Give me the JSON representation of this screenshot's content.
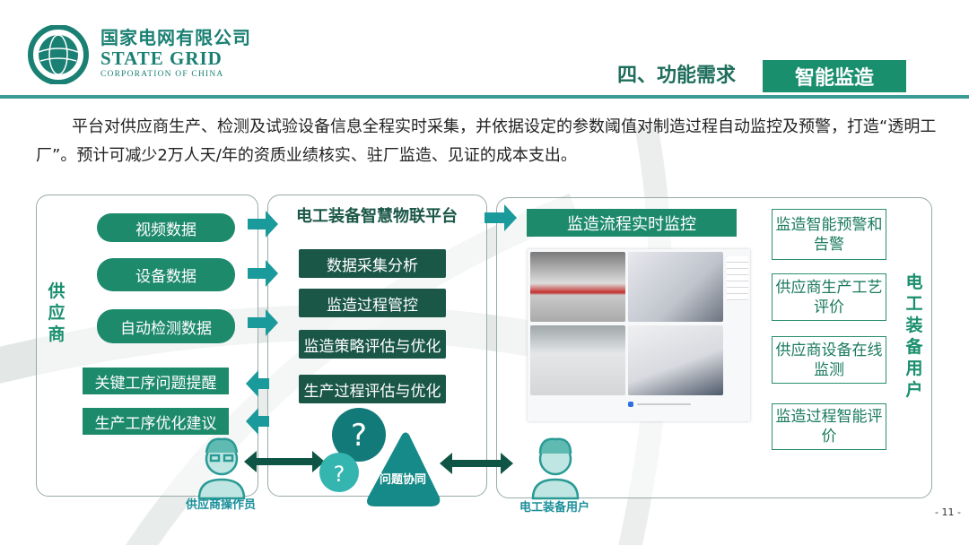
{
  "header": {
    "logo_cn": "国家电网有限公司",
    "logo_en": "STATE GRID",
    "logo_sub": "CORPORATION OF CHINA",
    "section": "四、功能需求",
    "tag": "智能监造"
  },
  "paragraph": "平台对供应商生产、检测及试验设备信息全程实时采集，并依据设定的参数阈值对制造过程自动监控及预警，打造“透明工厂”。预计可减少2万人天/年的资质业绩核实、驻厂监造、见证的成本支出。",
  "supplier": {
    "label": "供应商",
    "inputs": [
      "视频数据",
      "设备数据",
      "自动检测数据"
    ],
    "outputs": [
      "关键工序问题提醒",
      "生产工序优化建议"
    ],
    "person": "供应商操作员"
  },
  "platform": {
    "title": "电工装备智慧物联平台",
    "functions": [
      "数据采集分析",
      "监造过程管控",
      "监造策略评估与优化",
      "生产过程评估与优化"
    ],
    "collab": "问题协同"
  },
  "user": {
    "monitor_title": "监造流程实时监控",
    "features": [
      "监造智能预警和告警",
      "供应商生产工艺评价",
      "供应商设备在线监测",
      "监造过程智能评价"
    ],
    "label": "电工装备用户",
    "person": "电工装备用户"
  },
  "page_number": "- 11 -",
  "colors": {
    "accent": "#1a8f6e",
    "dark": "#1b5747",
    "teal": "#1a9a9a"
  }
}
